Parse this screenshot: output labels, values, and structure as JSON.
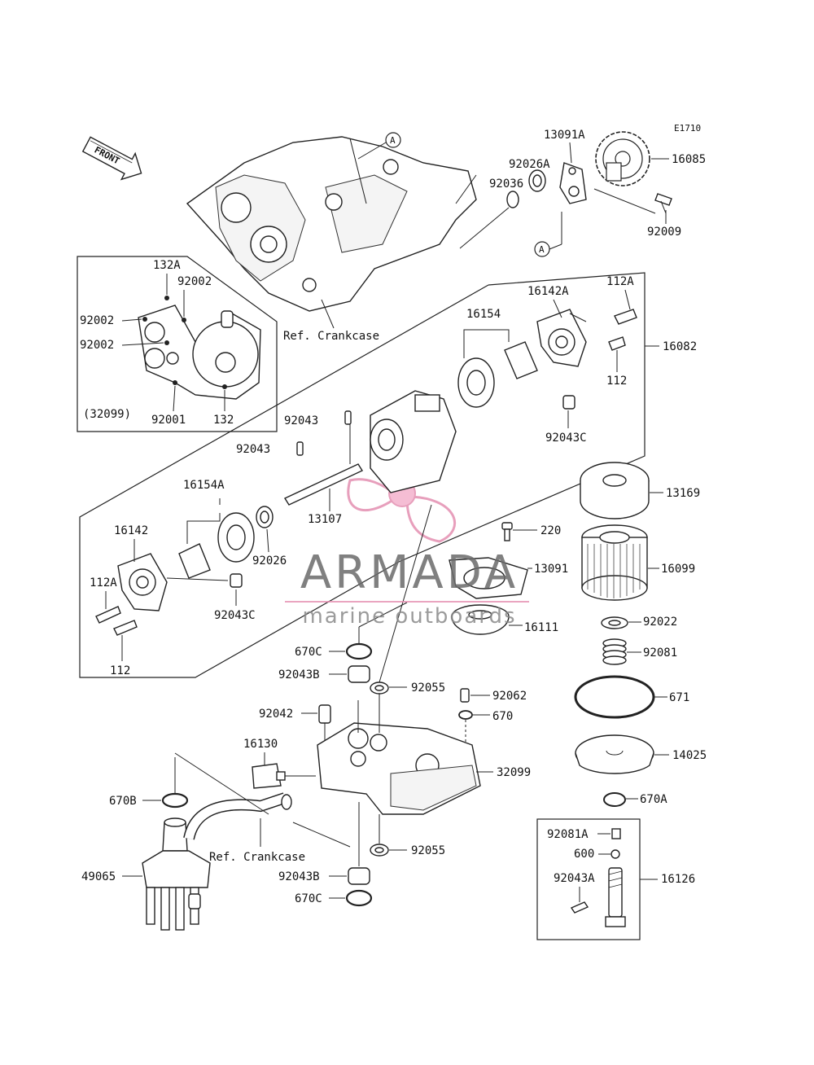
{
  "diagram": {
    "code": "E1710",
    "front_label": "FRONT",
    "callout_marker": "A",
    "ref_crankcase": "Ref. Crankcase",
    "inset_assembly_label": "(32099)",
    "parts": {
      "p13091A": "13091A",
      "p16085": "16085",
      "p92026A": "92026A",
      "p92036": "92036",
      "p92009": "92009",
      "p132A": "132A",
      "p92002a": "92002",
      "p92002b": "92002",
      "p92002c": "92002",
      "p92001": "92001",
      "p132": "132",
      "p16142A": "16142A",
      "p112A_top": "112A",
      "p16154": "16154",
      "p16082": "16082",
      "p112_top": "112",
      "p92043C_top": "92043C",
      "p92043_a": "92043",
      "p92043_b": "92043",
      "p13107": "13107",
      "p16154A": "16154A",
      "p92026": "92026",
      "p16142": "16142",
      "p112A_left": "112A",
      "p92043C_left": "92043C",
      "p112_left": "112",
      "p13169": "13169",
      "p220": "220",
      "p13091": "13091",
      "p16099": "16099",
      "p16111": "16111",
      "p92022": "92022",
      "p670C_top": "670C",
      "p92081": "92081",
      "p92043B_top": "92043B",
      "p92055_top": "92055",
      "p92062": "92062",
      "p671": "671",
      "p92042": "92042",
      "p670": "670",
      "p16130": "16130",
      "p14025": "14025",
      "p32099": "32099",
      "p670B": "670B",
      "p670A": "670A",
      "p92081A": "92081A",
      "p600": "600",
      "p92055_bot": "92055",
      "p49065": "49065",
      "p92043A": "92043A",
      "p16126": "16126",
      "p92043B_bot": "92043B",
      "p670C_bot": "670C"
    }
  },
  "watermark": {
    "brand": "ARMADA",
    "tagline": "marine outboards",
    "accent_color": "#e07fa6",
    "text_color": "#6b6b6b"
  }
}
